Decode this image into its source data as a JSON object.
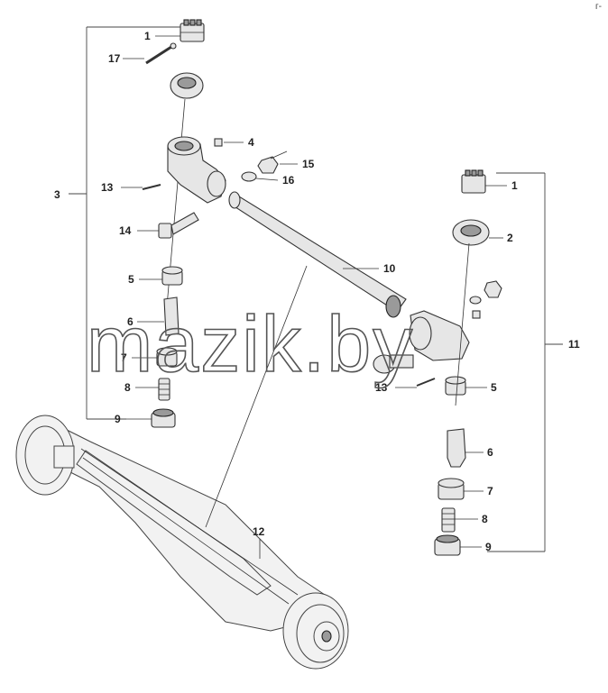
{
  "corner_mark": "г-",
  "watermark": "mazik.by",
  "callouts": {
    "l1": "1",
    "l17": "17",
    "l4": "4",
    "l15": "15",
    "l16": "16",
    "l13": "13",
    "l14": "14",
    "l5": "5",
    "l6": "6",
    "l7": "7",
    "l8": "8",
    "l9": "9",
    "l3": "3",
    "l10": "10",
    "l12": "12",
    "r1": "1",
    "r2": "2",
    "r11": "11",
    "r13": "13",
    "r5": "5",
    "r6": "6",
    "r7": "7",
    "r8": "8",
    "r9": "9"
  }
}
